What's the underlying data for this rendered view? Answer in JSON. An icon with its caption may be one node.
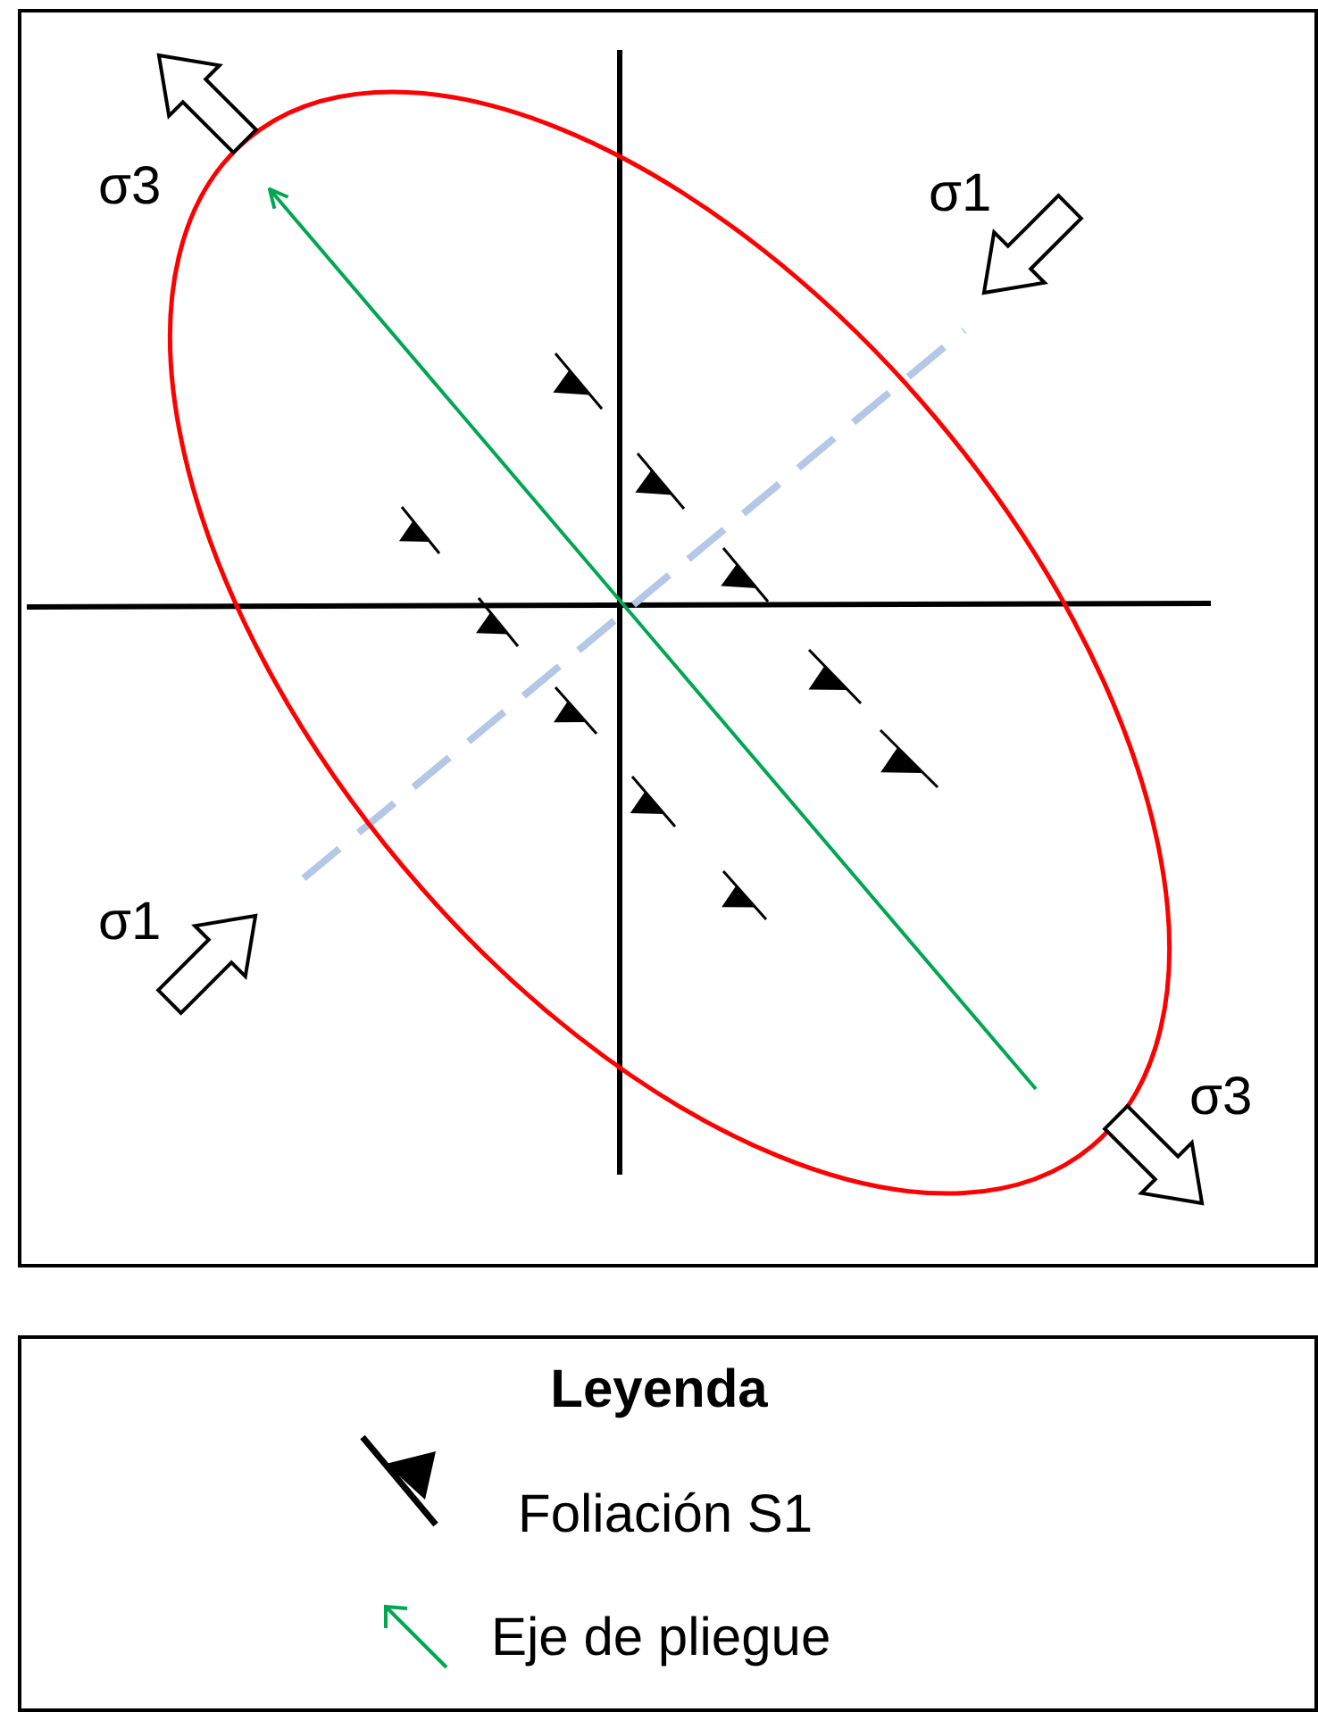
{
  "diagram": {
    "labels": [
      "σ3",
      "σ1",
      "σ1",
      "σ3",
      "Leyenda"
    ],
    "legend": [
      {
        "text": "Foliación S1"
      },
      {
        "text": "Eje de pliegue"
      }
    ]
  }
}
